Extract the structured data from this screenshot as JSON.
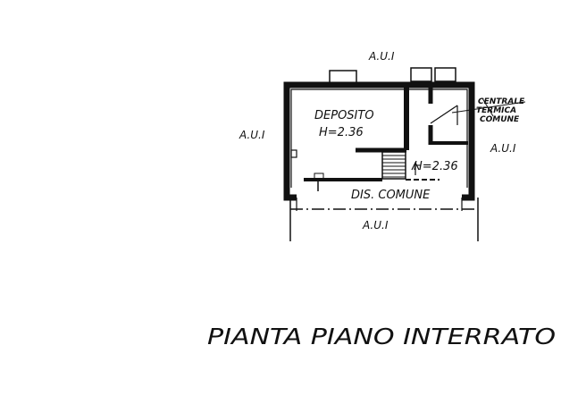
{
  "labels": {
    "aui_top": "A.U.I",
    "aui_left": "A.U.I",
    "aui_right": "A.U.I",
    "aui_bottom": "A.U.I",
    "room_name": "DEPOSITO",
    "room_height": "H=2.36",
    "corridor_height": "H=2.36",
    "corridor_name": "DIS. COMUNE",
    "centrale_line1": "CENTRALE",
    "centrale_line2": "TERMICA",
    "centrale_line3": "COMUNE"
  },
  "title": "PIANTA PIANO INTERRATO",
  "colors": {
    "ink": "#111111"
  }
}
